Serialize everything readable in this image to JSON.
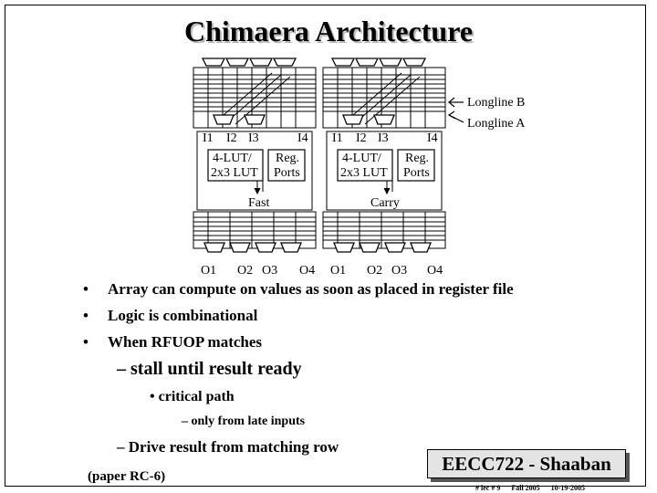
{
  "slide": {
    "title": "Chimaera Architecture",
    "diagram": {
      "longline_b": "Longline B",
      "longline_a": "Longline A",
      "left_cell": {
        "inputs": [
          "I1",
          "I2",
          "I3",
          "I4"
        ],
        "lut_line1": "4-LUT/",
        "lut_line2": "2x3 LUT",
        "reg_line1": "Reg.",
        "reg_line2": "Ports",
        "signal": "Fast",
        "outputs": [
          "O1",
          "O2",
          "O3",
          "O4"
        ]
      },
      "right_cell": {
        "inputs": [
          "I1",
          "I2",
          "I3",
          "I4"
        ],
        "lut_line1": "4-LUT/",
        "lut_line2": "2x3 LUT",
        "reg_line1": "Reg.",
        "reg_line2": "Ports",
        "signal": "Carry",
        "outputs": [
          "O1",
          "O2",
          "O3",
          "O4"
        ]
      }
    },
    "bullets": [
      "Array can compute on values as soon as placed in register file",
      "Logic is combinational",
      "When RFUOP matches"
    ],
    "sub1": "stall until result ready",
    "sub2": "critical path",
    "sub3": "only from late inputs",
    "sub4": "Drive result from matching row",
    "note": "(paper RC-6)",
    "logo": "EECC722 - Shaaban",
    "footer": {
      "num": "# lec # 9",
      "term": "Fall 2005",
      "date": "10-19-2005"
    }
  }
}
